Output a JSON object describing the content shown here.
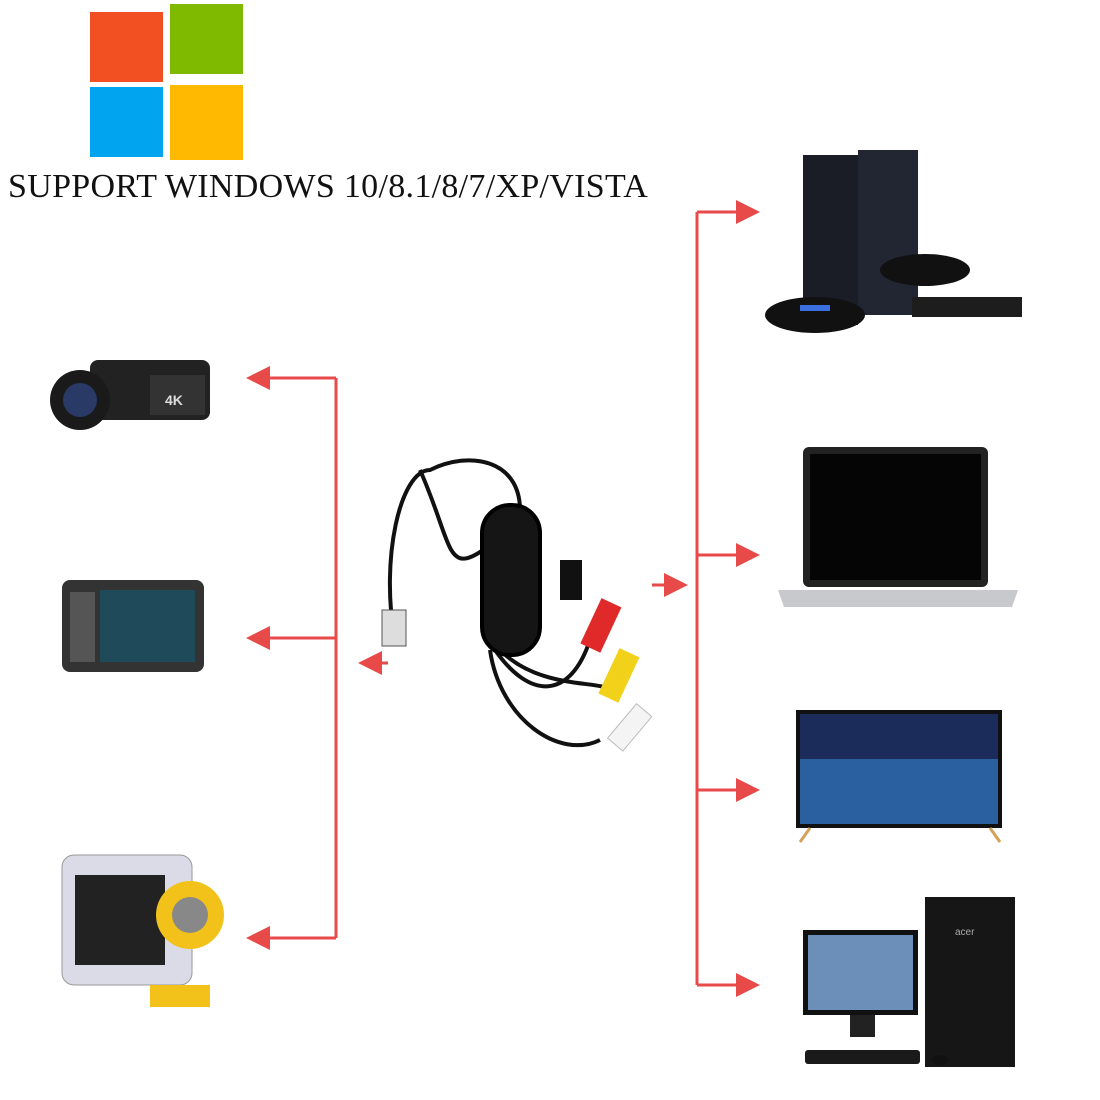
{
  "logo": {
    "name": "windows-logo",
    "colors": [
      "#f25022",
      "#7fba00",
      "#00a4ef",
      "#ffb900"
    ]
  },
  "title": "SUPPORT WINDOWS 10/8.1/8/7/XP/VISTA",
  "colors": {
    "arrow": "#e84a4a"
  },
  "left_devices": [
    {
      "name": "camcorder",
      "brand_text": "4K"
    },
    {
      "name": "action-camera"
    },
    {
      "name": "waterproof-camera"
    }
  ],
  "center": {
    "name": "usb-video-capture-cable",
    "connectors": [
      "s-video",
      "red-rca",
      "yellow-rca",
      "white-rca"
    ]
  },
  "right_devices": [
    {
      "name": "game-console"
    },
    {
      "name": "laptop"
    },
    {
      "name": "television"
    },
    {
      "name": "desktop-computer",
      "brand_text": "acer"
    }
  ]
}
